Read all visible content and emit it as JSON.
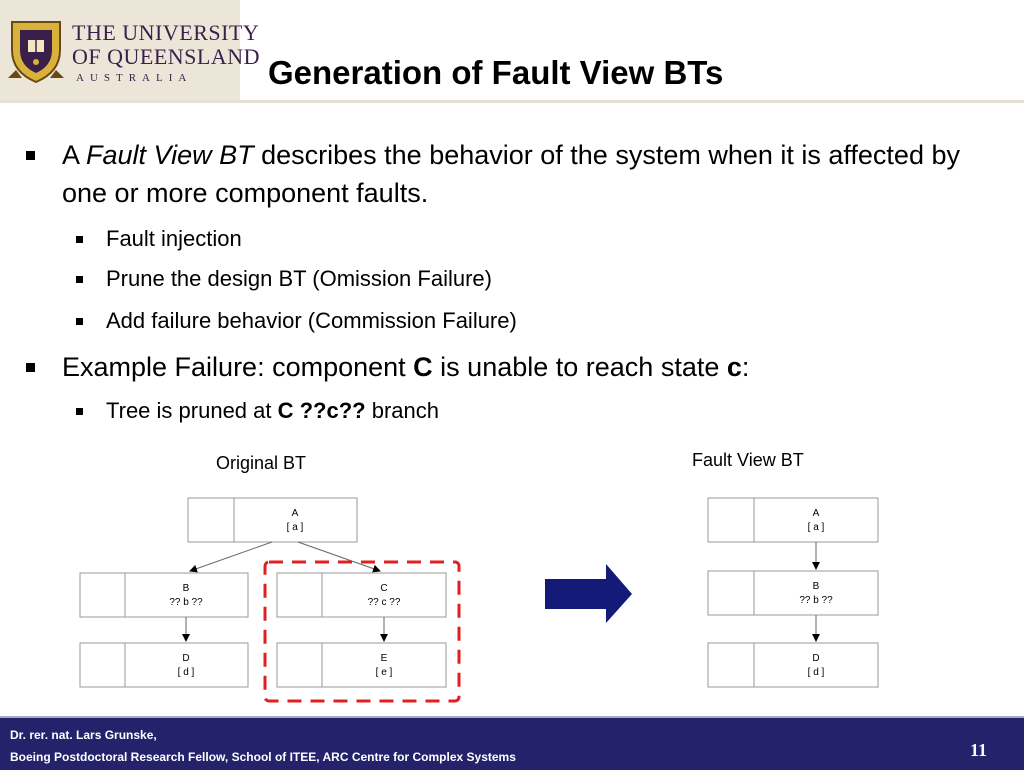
{
  "header": {
    "university_line1": "THE UNIVERSITY",
    "university_line2": "OF QUEENSLAND",
    "university_line3": "AUSTRALIA",
    "title": "Generation of Fault View BTs"
  },
  "bullets": {
    "b1_pre": "A ",
    "b1_em": "Fault View BT",
    "b1_post": " describes the behavior of the system when it is affected by one or more component faults.",
    "sub1": [
      "Fault injection",
      "Prune the design BT (Omission Failure)",
      "Add failure behavior (Commission Failure)"
    ],
    "b2_pre": "Example Failure: component ",
    "b2_bold1": "C",
    "b2_mid": " is unable to reach state ",
    "b2_bold2": "c",
    "b2_post": ":",
    "sub2_pre": "Tree is pruned at ",
    "sub2_bold": "C ??c??",
    "sub2_post": " branch"
  },
  "original_bt": {
    "label": "Original BT",
    "nodes": {
      "a": {
        "component": "A",
        "state": "[ a ]"
      },
      "b": {
        "component": "B",
        "state": "?? b ??"
      },
      "c": {
        "component": "C",
        "state": "?? c ??"
      },
      "d": {
        "component": "D",
        "state": "[ d ]"
      },
      "e": {
        "component": "E",
        "state": "[ e ]"
      }
    }
  },
  "fault_view_bt": {
    "label": "Fault View BT",
    "nodes": {
      "a": {
        "component": "A",
        "state": "[ a ]"
      },
      "b": {
        "component": "B",
        "state": "?? b ??"
      },
      "d": {
        "component": "D",
        "state": "[ d ]"
      }
    }
  },
  "colors": {
    "arrow": "#141a78",
    "highlight": "#e02020",
    "footer": "#23226b"
  },
  "footer": {
    "author": "Dr. rer. nat. Lars Grunske,",
    "affiliation": "Boeing Postdoctoral Research Fellow, School of ITEE, ARC Centre for Complex Systems",
    "page": "11"
  }
}
